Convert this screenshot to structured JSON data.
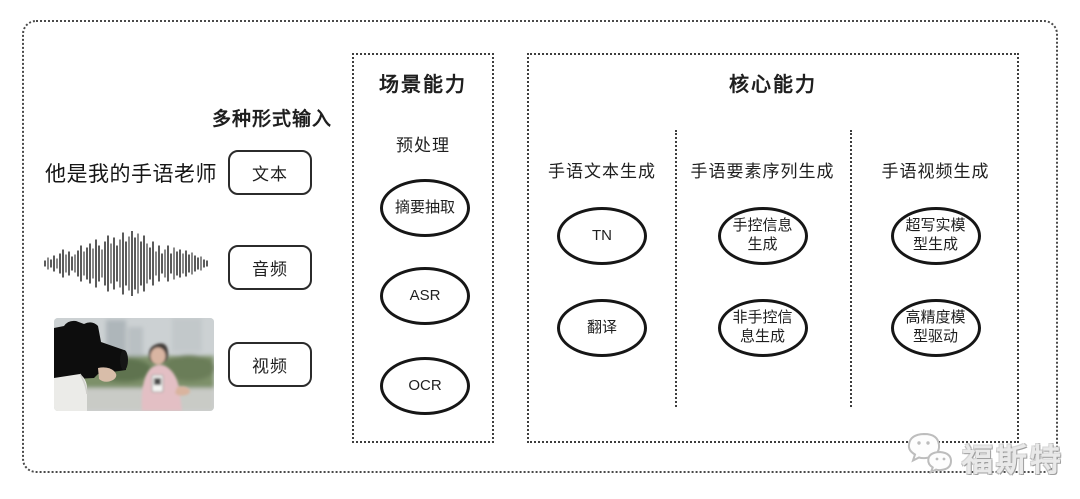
{
  "colors": {
    "ink": "#1f1f1f",
    "dotted_border": "#4a4a4a",
    "watermark_gray": "#bfbfbf",
    "photo_pink": "#e3bfc4",
    "photo_green": "#7d9069"
  },
  "input_section": {
    "title": "多种形式输入",
    "sentence": "他是我的手语老师",
    "items": [
      {
        "label": "文本"
      },
      {
        "label": "音频"
      },
      {
        "label": "视频"
      }
    ]
  },
  "scene_box": {
    "title": "场景能力",
    "subtitle": "预处理",
    "nodes": [
      {
        "label": "摘要抽取"
      },
      {
        "label": "ASR"
      },
      {
        "label": "OCR"
      }
    ]
  },
  "core_box": {
    "title": "核心能力",
    "columns": [
      {
        "header": "手语文本生成",
        "nodes": [
          {
            "label": "TN"
          },
          {
            "label": "翻译"
          }
        ]
      },
      {
        "header": "手语要素序列生成",
        "nodes": [
          {
            "label": "手控信息生成"
          },
          {
            "label": "非手控信息生成"
          }
        ]
      },
      {
        "header": "手语视频生成",
        "nodes": [
          {
            "label": "超写实模型生成"
          },
          {
            "label": "高精度模型驱动"
          }
        ]
      }
    ]
  },
  "watermark": {
    "text": "福斯特",
    "logo_icon": "chat-bubbles-icon"
  },
  "waveform": {
    "amplitudes": [
      3,
      6,
      4,
      8,
      5,
      10,
      14,
      9,
      12,
      7,
      9,
      13,
      18,
      12,
      16,
      20,
      15,
      24,
      18,
      14,
      22,
      28,
      20,
      26,
      18,
      24,
      31,
      22,
      27,
      33,
      26,
      30,
      22,
      28,
      20,
      16,
      22,
      12,
      18,
      10,
      14,
      18,
      10,
      16,
      12,
      14,
      10,
      13,
      9,
      11,
      8,
      6,
      7,
      4,
      3
    ]
  }
}
